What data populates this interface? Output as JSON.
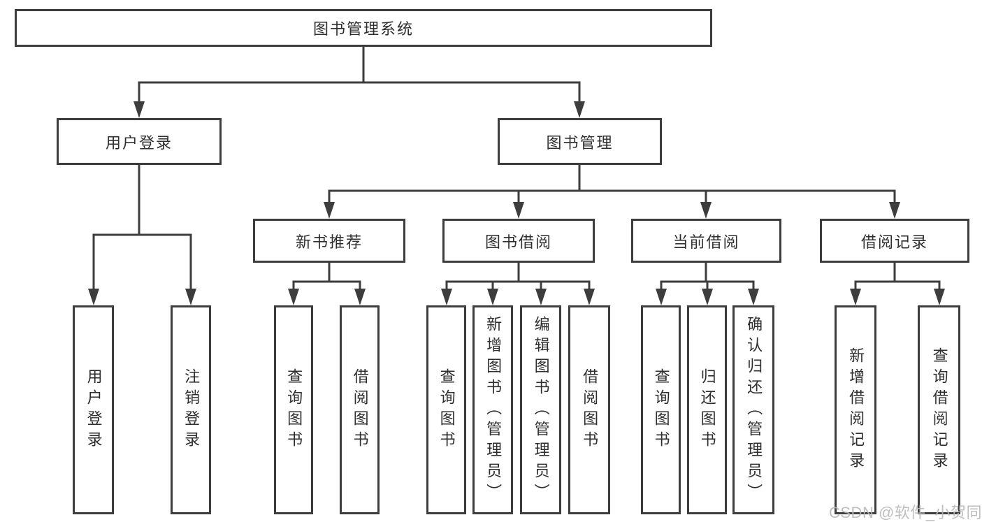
{
  "tree": {
    "root": {
      "label": "图书管理系统"
    },
    "branches": [
      {
        "label": "用户登录",
        "children": [
          {
            "label": "用户登录"
          },
          {
            "label": "注销登录"
          }
        ]
      },
      {
        "label": "图书管理",
        "sections": [
          {
            "label": "新书推荐",
            "children": [
              {
                "label": "查询图书"
              },
              {
                "label": "借阅图书"
              }
            ]
          },
          {
            "label": "图书借阅",
            "children": [
              {
                "label": "查询图书"
              },
              {
                "label": "新增图书（管理员）"
              },
              {
                "label": "编辑图书（管理员）"
              },
              {
                "label": "借阅图书"
              }
            ]
          },
          {
            "label": "当前借阅",
            "children": [
              {
                "label": "查询图书"
              },
              {
                "label": "归还图书"
              },
              {
                "label": "确认归还（管理员）"
              }
            ]
          },
          {
            "label": "借阅记录",
            "children": [
              {
                "label": "新增借阅记录"
              },
              {
                "label": "查询借阅记录"
              }
            ]
          }
        ]
      }
    ]
  },
  "watermark": {
    "text": "CSDN @软件_小贺同学"
  },
  "colors": {
    "line": "#3d3d3d",
    "text": "#2e2e2e",
    "background": "#ffffff",
    "watermark": "#b7b7b7"
  }
}
